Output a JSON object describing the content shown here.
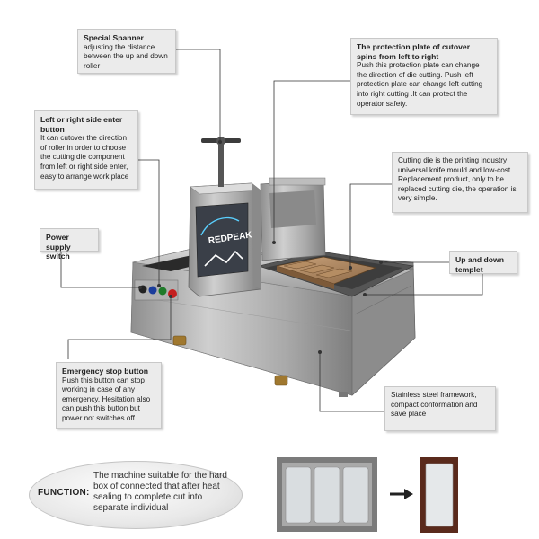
{
  "callouts": {
    "spanner": {
      "title": "Special Spanner",
      "text": "adjusting the distance between the up and down roller"
    },
    "protection": {
      "title": "The protection plate of cutover spins from left to right",
      "text": "Push this protection plate can change the direction of die cutting. Push left protection plate can change left cutting into right cutting .It can protect the operator safety."
    },
    "left_right": {
      "title": "Left or right side enter button",
      "text": "It can cutover the direction of roller in order to choose the cutting die component from left or right side enter, easy to arrange work place"
    },
    "cutting_die": {
      "title": "",
      "text": "Cutting die is the printing industry universal knife mould and low-cost. Replacement product, only to be replaced cutting die, the operation is very simple."
    },
    "power": {
      "title": "Power supply switch",
      "text": ""
    },
    "templet": {
      "title": "Up and down templet",
      "text": ""
    },
    "emergency": {
      "title": "Emergency stop button",
      "text": "Push this button can stop working in case of any emergency. Hesitation also can push this button but power not switches off"
    },
    "framework": {
      "title": "",
      "text": "Stainless steel framework, compact conformation and save place"
    }
  },
  "brand_logo": "REDPEAK",
  "function": {
    "label": "FUNCTION:",
    "text": "The machine suitable for the hard box of connected that after heat sealing to complete cut into separate individual ."
  },
  "colors": {
    "callout_bg": "#ebebeb",
    "steel": "#b8b8b8",
    "leader_line": "#333333",
    "logo_blue": "#2b63c8"
  },
  "icons": [
    "arrow-right-icon"
  ]
}
